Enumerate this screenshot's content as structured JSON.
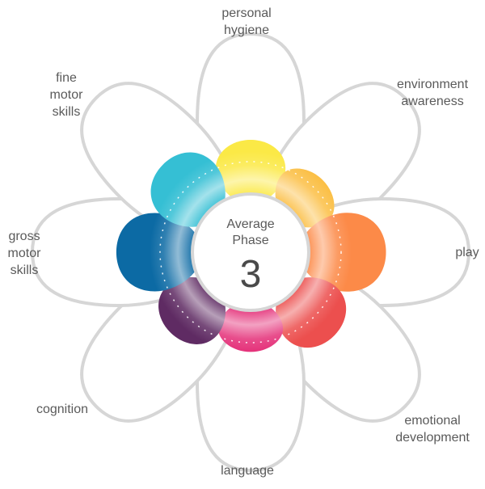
{
  "center": {
    "title": "Average\nPhase",
    "value": "3"
  },
  "petals": [
    {
      "id": "personal-hygiene",
      "label": "personal\nhygiene",
      "color": "#fbe946",
      "level": 0.47
    },
    {
      "id": "environment-awareness",
      "label": "environment\nawareness",
      "color": "#fbbf45",
      "level": 0.38
    },
    {
      "id": "play",
      "label": "play",
      "color": "#fc8a48",
      "level": 0.67
    },
    {
      "id": "emotional-development",
      "label": "emotional\ndevelopment",
      "color": "#ec4f4e",
      "level": 0.52
    },
    {
      "id": "language",
      "label": "language",
      "color": "#e42f78",
      "level": 0.36
    },
    {
      "id": "cognition",
      "label": "cognition",
      "color": "#5f2b63",
      "level": 0.48
    },
    {
      "id": "gross-motor-skills",
      "label": "gross\nmotor\nskills",
      "color": "#0c6aa4",
      "level": 0.66
    },
    {
      "id": "fine-motor-skills",
      "label": "fine\nmotor\nskills",
      "color": "#35bfd4",
      "level": 0.57
    }
  ],
  "colors": {
    "petal_outline": "#d6d6d6",
    "label_text": "#5a5a5a",
    "ring_glow": "#ffffff"
  }
}
